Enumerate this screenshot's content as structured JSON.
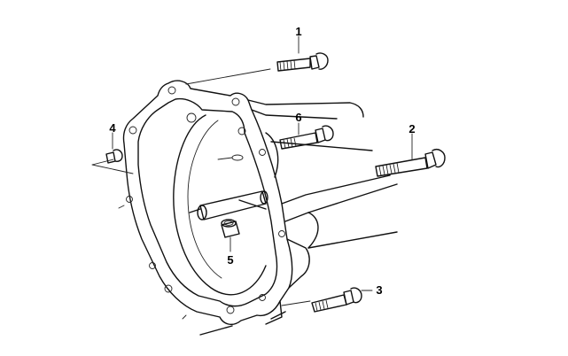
{
  "diagram": {
    "callouts": [
      {
        "id": "1",
        "label": "1"
      },
      {
        "id": "2",
        "label": "2"
      },
      {
        "id": "3",
        "label": "3"
      },
      {
        "id": "4",
        "label": "4"
      },
      {
        "id": "5",
        "label": "5"
      },
      {
        "id": "6",
        "label": "6"
      }
    ],
    "parts": [
      {
        "callout": "1",
        "icon": "long-bolt-icon"
      },
      {
        "callout": "2",
        "icon": "long-bolt-icon"
      },
      {
        "callout": "3",
        "icon": "bolt-icon"
      },
      {
        "callout": "4",
        "icon": "short-bolt-icon"
      },
      {
        "callout": "5",
        "icon": "sleeve-icon"
      },
      {
        "callout": "6",
        "icon": "bolt-icon"
      }
    ]
  }
}
